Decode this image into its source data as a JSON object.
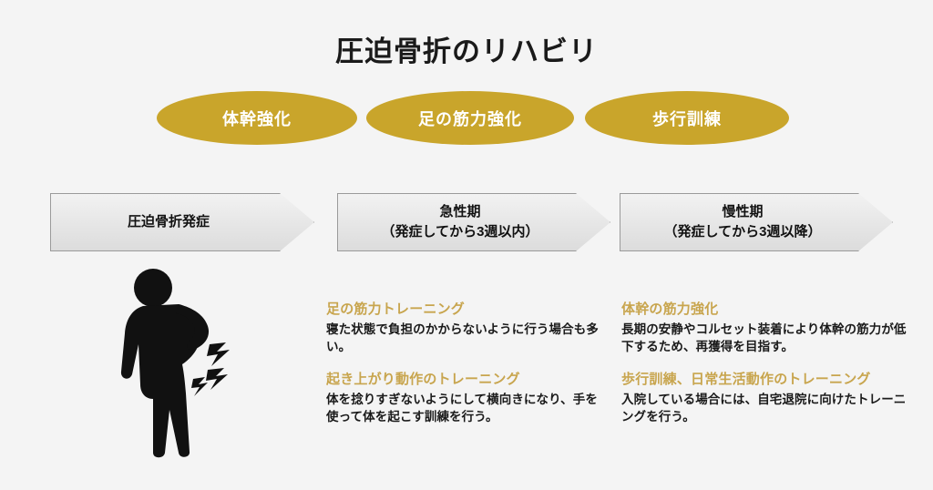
{
  "page": {
    "title": "圧迫骨折のリハビリ",
    "background_color": "#f4f4f4",
    "accent_gold": "#c9a52b",
    "heading_gold": "#c8a54e"
  },
  "goals": [
    {
      "label": "体幹強化"
    },
    {
      "label": "足の筋力強化"
    },
    {
      "label": "歩行訓練"
    }
  ],
  "phases": [
    {
      "label": "圧迫骨折発症"
    },
    {
      "label": "急性期\n（発症してから3週以内）"
    },
    {
      "label": "慢性期\n（発症してから3週以降）"
    }
  ],
  "pictogram": {
    "name": "person-with-back-pain-icon",
    "color": "#111111"
  },
  "acute_column": {
    "items": [
      {
        "heading": "足の筋力トレーニング",
        "body": "寝た状態で負担のかからないように行う場合も多い。"
      },
      {
        "heading": "起き上がり動作のトレーニング",
        "body": "体を捻りすぎないようにして横向きになり、手を使って体を起こす訓練を行う。"
      }
    ]
  },
  "chronic_column": {
    "items": [
      {
        "heading": "体幹の筋力強化",
        "body": "長期の安静やコルセット装着により体幹の筋力が低下するため、再獲得を目指す。"
      },
      {
        "heading": "歩行訓練、日常生活動作のトレーニング",
        "body": "入院している場合には、自宅退院に向けたトレーニングを行う。"
      }
    ]
  }
}
